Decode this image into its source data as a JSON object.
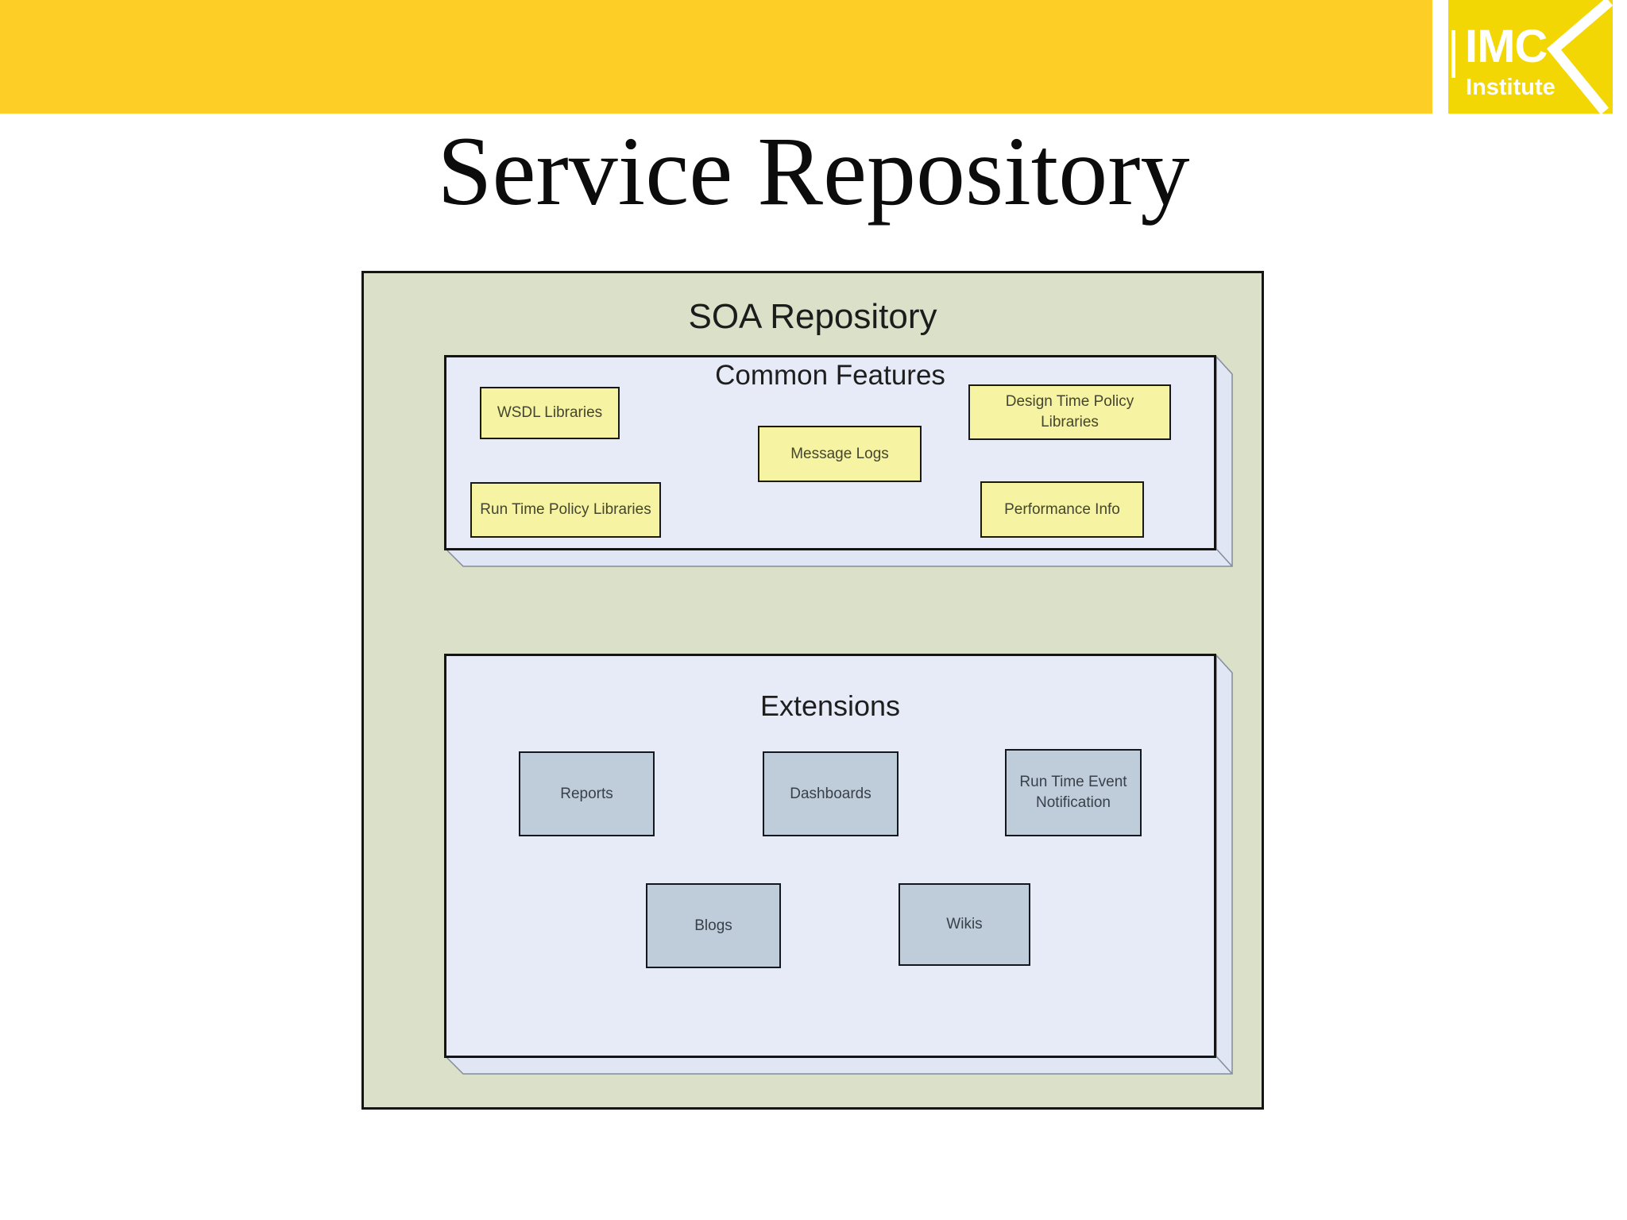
{
  "logo": {
    "text_main": "IMC",
    "text_sub": "Institute"
  },
  "slide": {
    "title": "Service Repository"
  },
  "diagram": {
    "container_title": "SOA Repository",
    "panels": [
      {
        "title": "Common Features",
        "nodes": [
          {
            "label": "WSDL Libraries"
          },
          {
            "label": "Design Time Policy Libraries"
          },
          {
            "label": "Message Logs"
          },
          {
            "label": "Run Time Policy Libraries"
          },
          {
            "label": "Performance Info"
          }
        ]
      },
      {
        "title": "Extensions",
        "nodes": [
          {
            "label": "Reports"
          },
          {
            "label": "Dashboards"
          },
          {
            "label": "Run Time Event Notification"
          },
          {
            "label": "Blogs"
          },
          {
            "label": "Wikis"
          }
        ]
      }
    ]
  },
  "colors": {
    "band_yellow": "#FDCF26",
    "logo_yellow": "#F3D704",
    "outer_fill": "#DBE0C9",
    "panel_fill": "#E6EBF7",
    "flap_fill": "#E0E6F3",
    "node_yellow": "#F6F3A3",
    "node_gray": "#BFCDDB"
  }
}
